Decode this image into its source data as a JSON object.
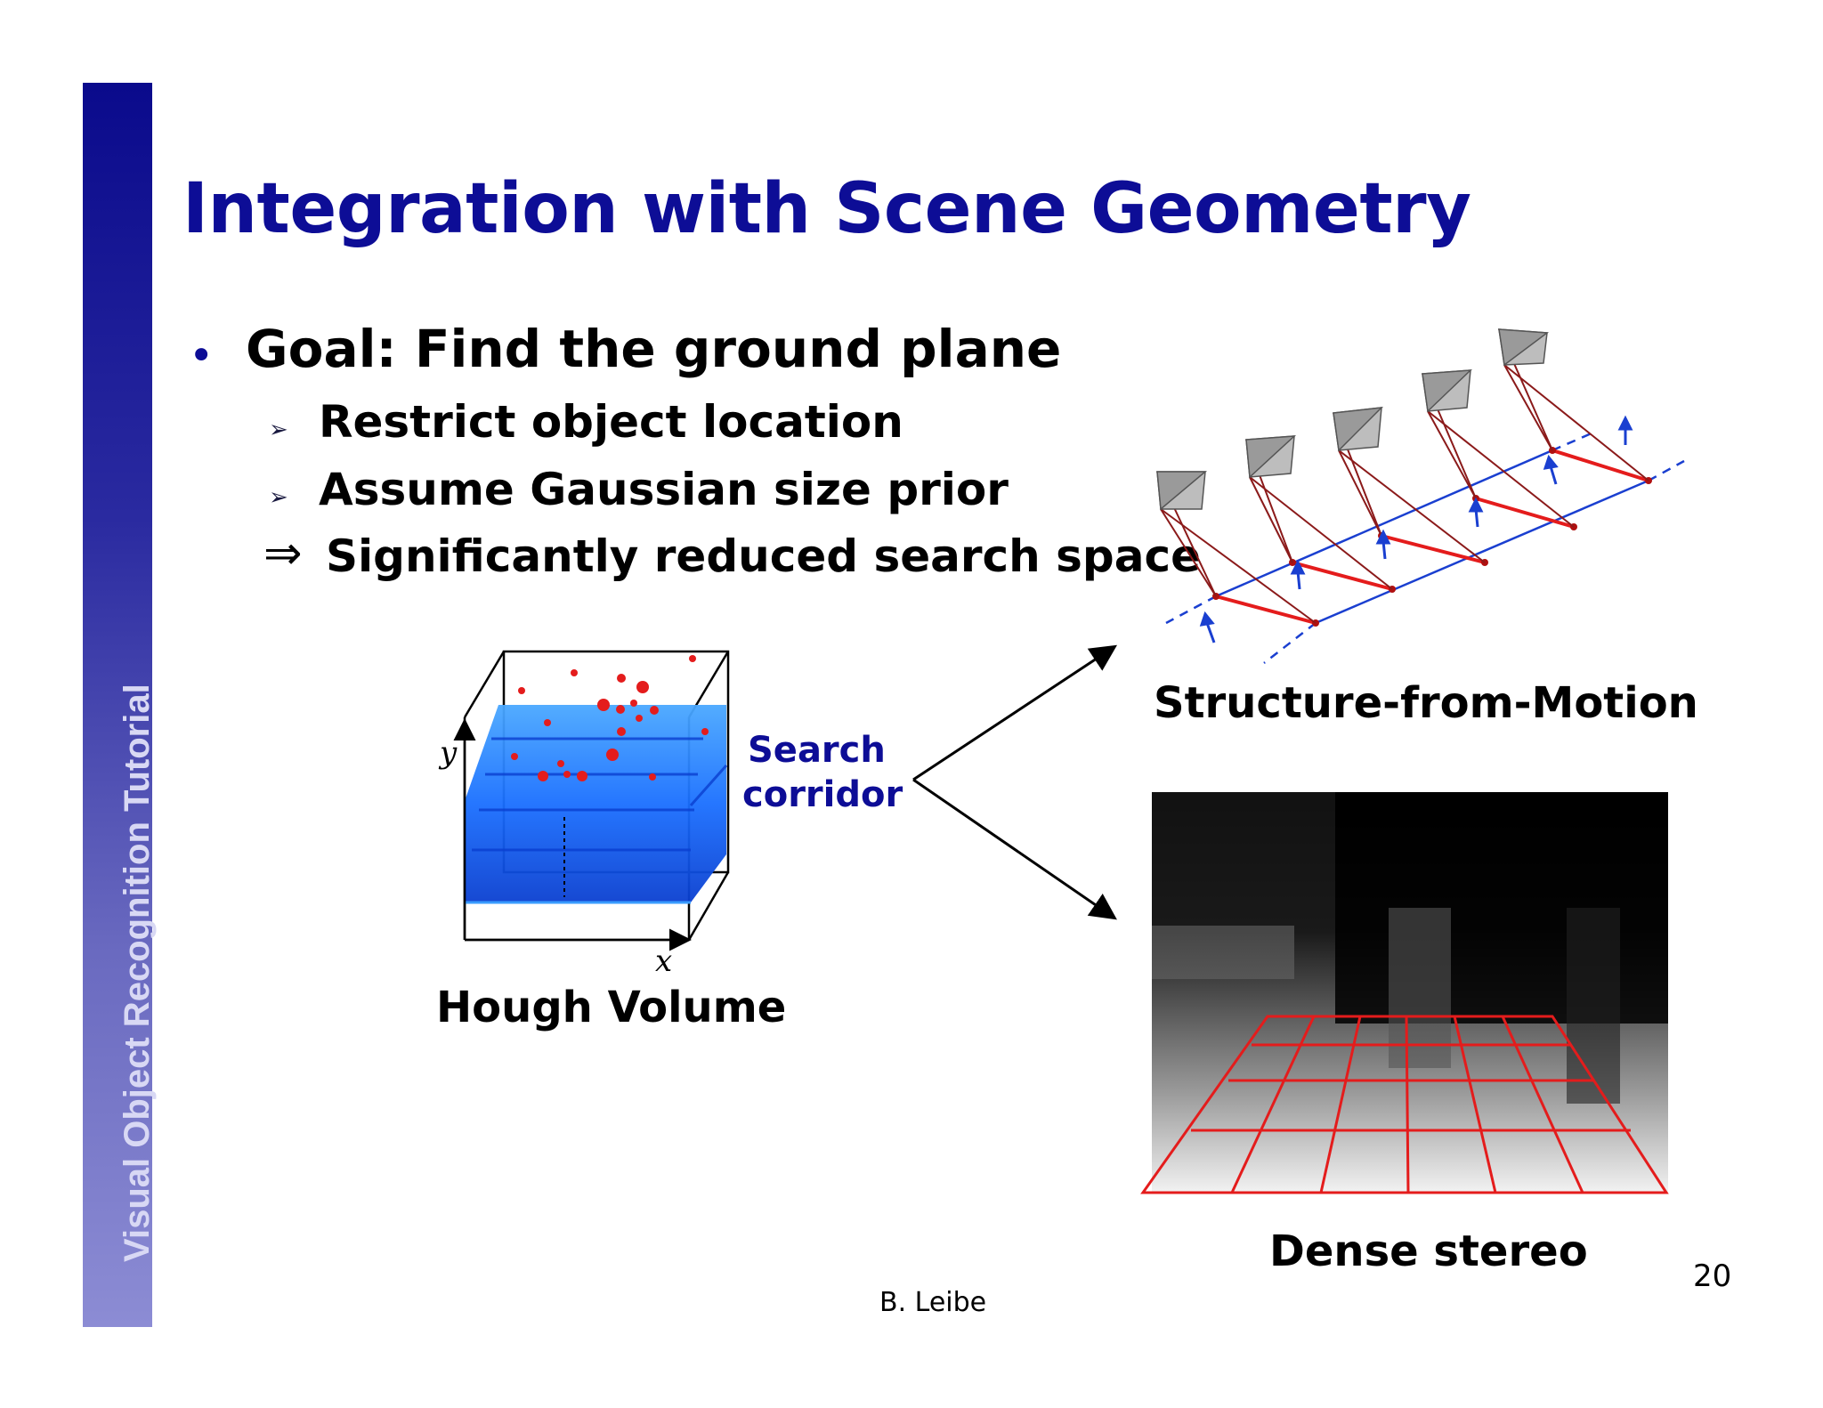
{
  "sidebar": {
    "label": "Visual Object Recognition Tutorial"
  },
  "title": "Integration with Scene Geometry",
  "bullet": "Goal: Find the ground plane",
  "sub_items": [
    "Restrict object location",
    "Assume Gaussian size prior"
  ],
  "implication": "Significantly reduced search space",
  "hough": {
    "label": "Hough Volume",
    "axis_x": "x",
    "axis_y": "y",
    "corridor_line1": "Search",
    "corridor_line2": "corridor"
  },
  "sfm_label": "Structure-from-Motion",
  "stereo_label": "Dense stereo",
  "footer": "B. Leibe",
  "page_number": "20",
  "colors": {
    "title_blue": "#0d0d96",
    "accent_red": "#e41c1c",
    "volume_blue": "#1a6fff"
  }
}
